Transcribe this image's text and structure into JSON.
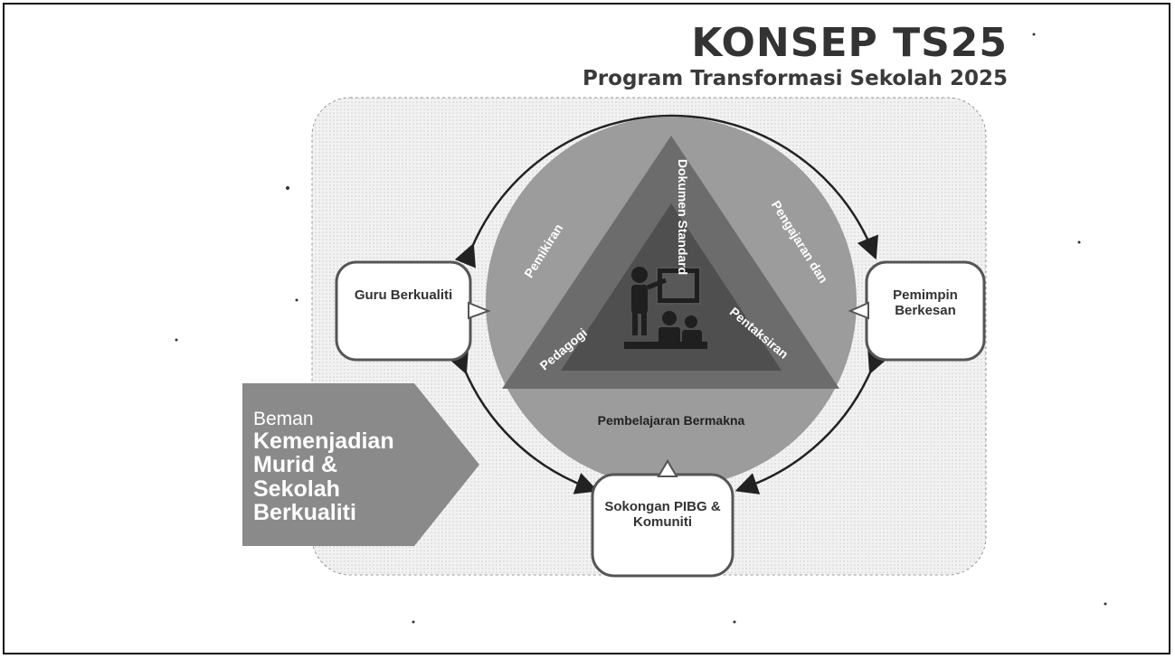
{
  "header": {
    "title": "KONSEP TS25",
    "subtitle": "Program Transformasi Sekolah 2025"
  },
  "triangle": {
    "top_label": "Dokumen Standard",
    "left_edge_label": "Pemikiran",
    "right_edge_label": "Pengajaran dan",
    "bottom_left_label": "Pedagogi",
    "bottom_right_label": "Pentaksiran",
    "base_label": "Pembelajaran Bermakna"
  },
  "nodes": {
    "left": "Guru Berkualiti",
    "right": "Pemimpin Berkesan",
    "bottom": "Sokongan PIBG & Komuniti"
  },
  "outcome": {
    "lead": "Beman",
    "lines": [
      "Kemenjadian",
      "Murid &",
      "Sekolah",
      "Berkualiti"
    ]
  },
  "colors": {
    "circle": "#9c9c9c",
    "triangle_outer": "#6c6c6c",
    "triangle_inner": "#4a4a4a",
    "arrow_tag": "#8a8a8a",
    "bubble_border": "#555555",
    "panel_bg": "#efefef"
  },
  "icons": {
    "center": "teacher-classroom-icon"
  }
}
